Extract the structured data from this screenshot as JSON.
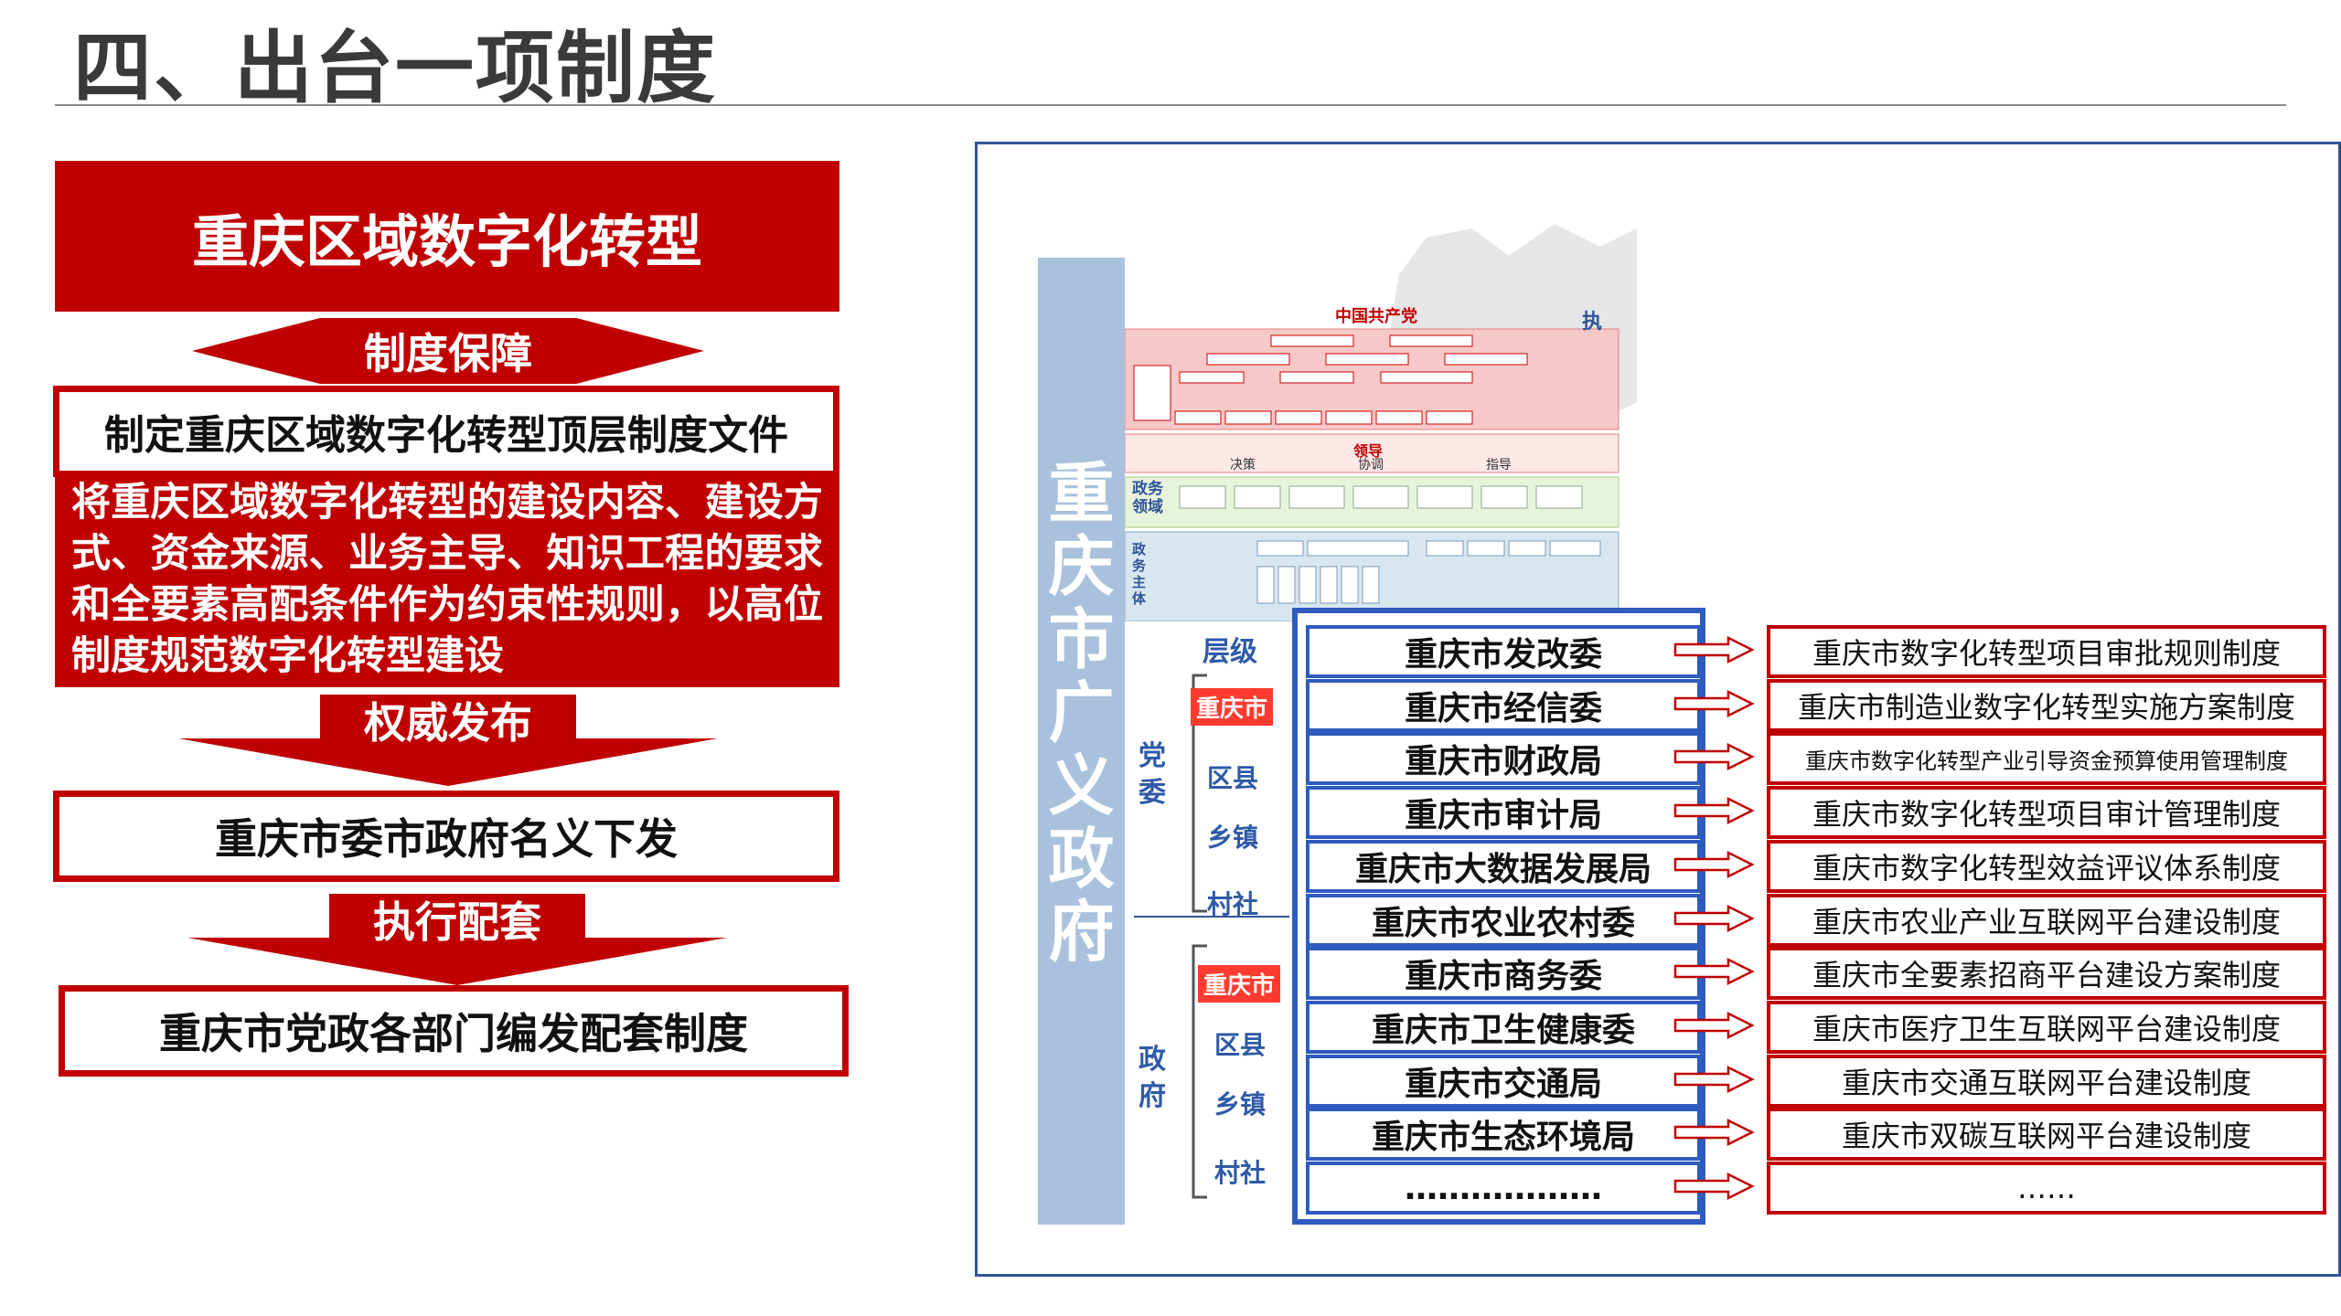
{
  "title": "四、出台一项制度",
  "left": {
    "header": "重庆区域数字化转型",
    "band1": "制度保障",
    "box1": "制定重庆区域数字化转型顶层制度文件",
    "desc": "将重庆区域数字化转型的建设内容、建设方式、资金来源、业务主导、知识工程的要求和全要素高配条件作为约束性规则，以高位制度规范数字化转型建设",
    "band2": "权威发布",
    "box2": "重庆市委市政府名义下发",
    "band3": "执行配套",
    "box3": "重庆市党政各部门编发配套制度"
  },
  "diagram": {
    "vertical_label": [
      "重",
      "庆",
      "市",
      "广",
      "义",
      "政",
      "府"
    ],
    "tier_label": "层级",
    "party_label": [
      "党",
      "委"
    ],
    "gov_label": [
      "政",
      "府"
    ],
    "party_levels": [
      "重庆市",
      "区县",
      "乡镇",
      "村社"
    ],
    "gov_levels": [
      "重庆市",
      "区县",
      "乡镇",
      "村社"
    ],
    "graphic": {
      "party_name": "中国共产党",
      "gov_domain": [
        "政务",
        "领域"
      ],
      "gov_subject": [
        "政",
        "务",
        "主",
        "体"
      ],
      "exec": "执",
      "lead": "领导",
      "lead_items": [
        "决策",
        "协调",
        "指导"
      ]
    },
    "departments": [
      "重庆市发改委",
      "重庆市经信委",
      "重庆市财政局",
      "重庆市审计局",
      "重庆市大数据发展局",
      "重庆市农业农村委",
      "重庆市商务委",
      "重庆市卫生健康委",
      "重庆市交通局",
      "重庆市生态环境局",
      "………………"
    ],
    "rules": [
      "重庆市数字化转型项目审批规则制度",
      "重庆市制造业数字化转型实施方案制度",
      "重庆市数字化转型产业引导资金预算使用管理制度",
      "重庆市数字化转型项目审计管理制度",
      "重庆市数字化转型效益评议体系制度",
      "重庆市农业产业互联网平台建设制度",
      "重庆市全要素招商平台建设方案制度",
      "重庆市医疗卫生互联网平台建设制度",
      "重庆市交通互联网平台建设制度",
      "重庆市双碳互联网平台建设制度",
      "……"
    ]
  },
  "colors": {
    "red": "#c00000",
    "blue": "#2f5bbf",
    "strip": "#a9c1dd",
    "pill": "#ff3b30"
  }
}
